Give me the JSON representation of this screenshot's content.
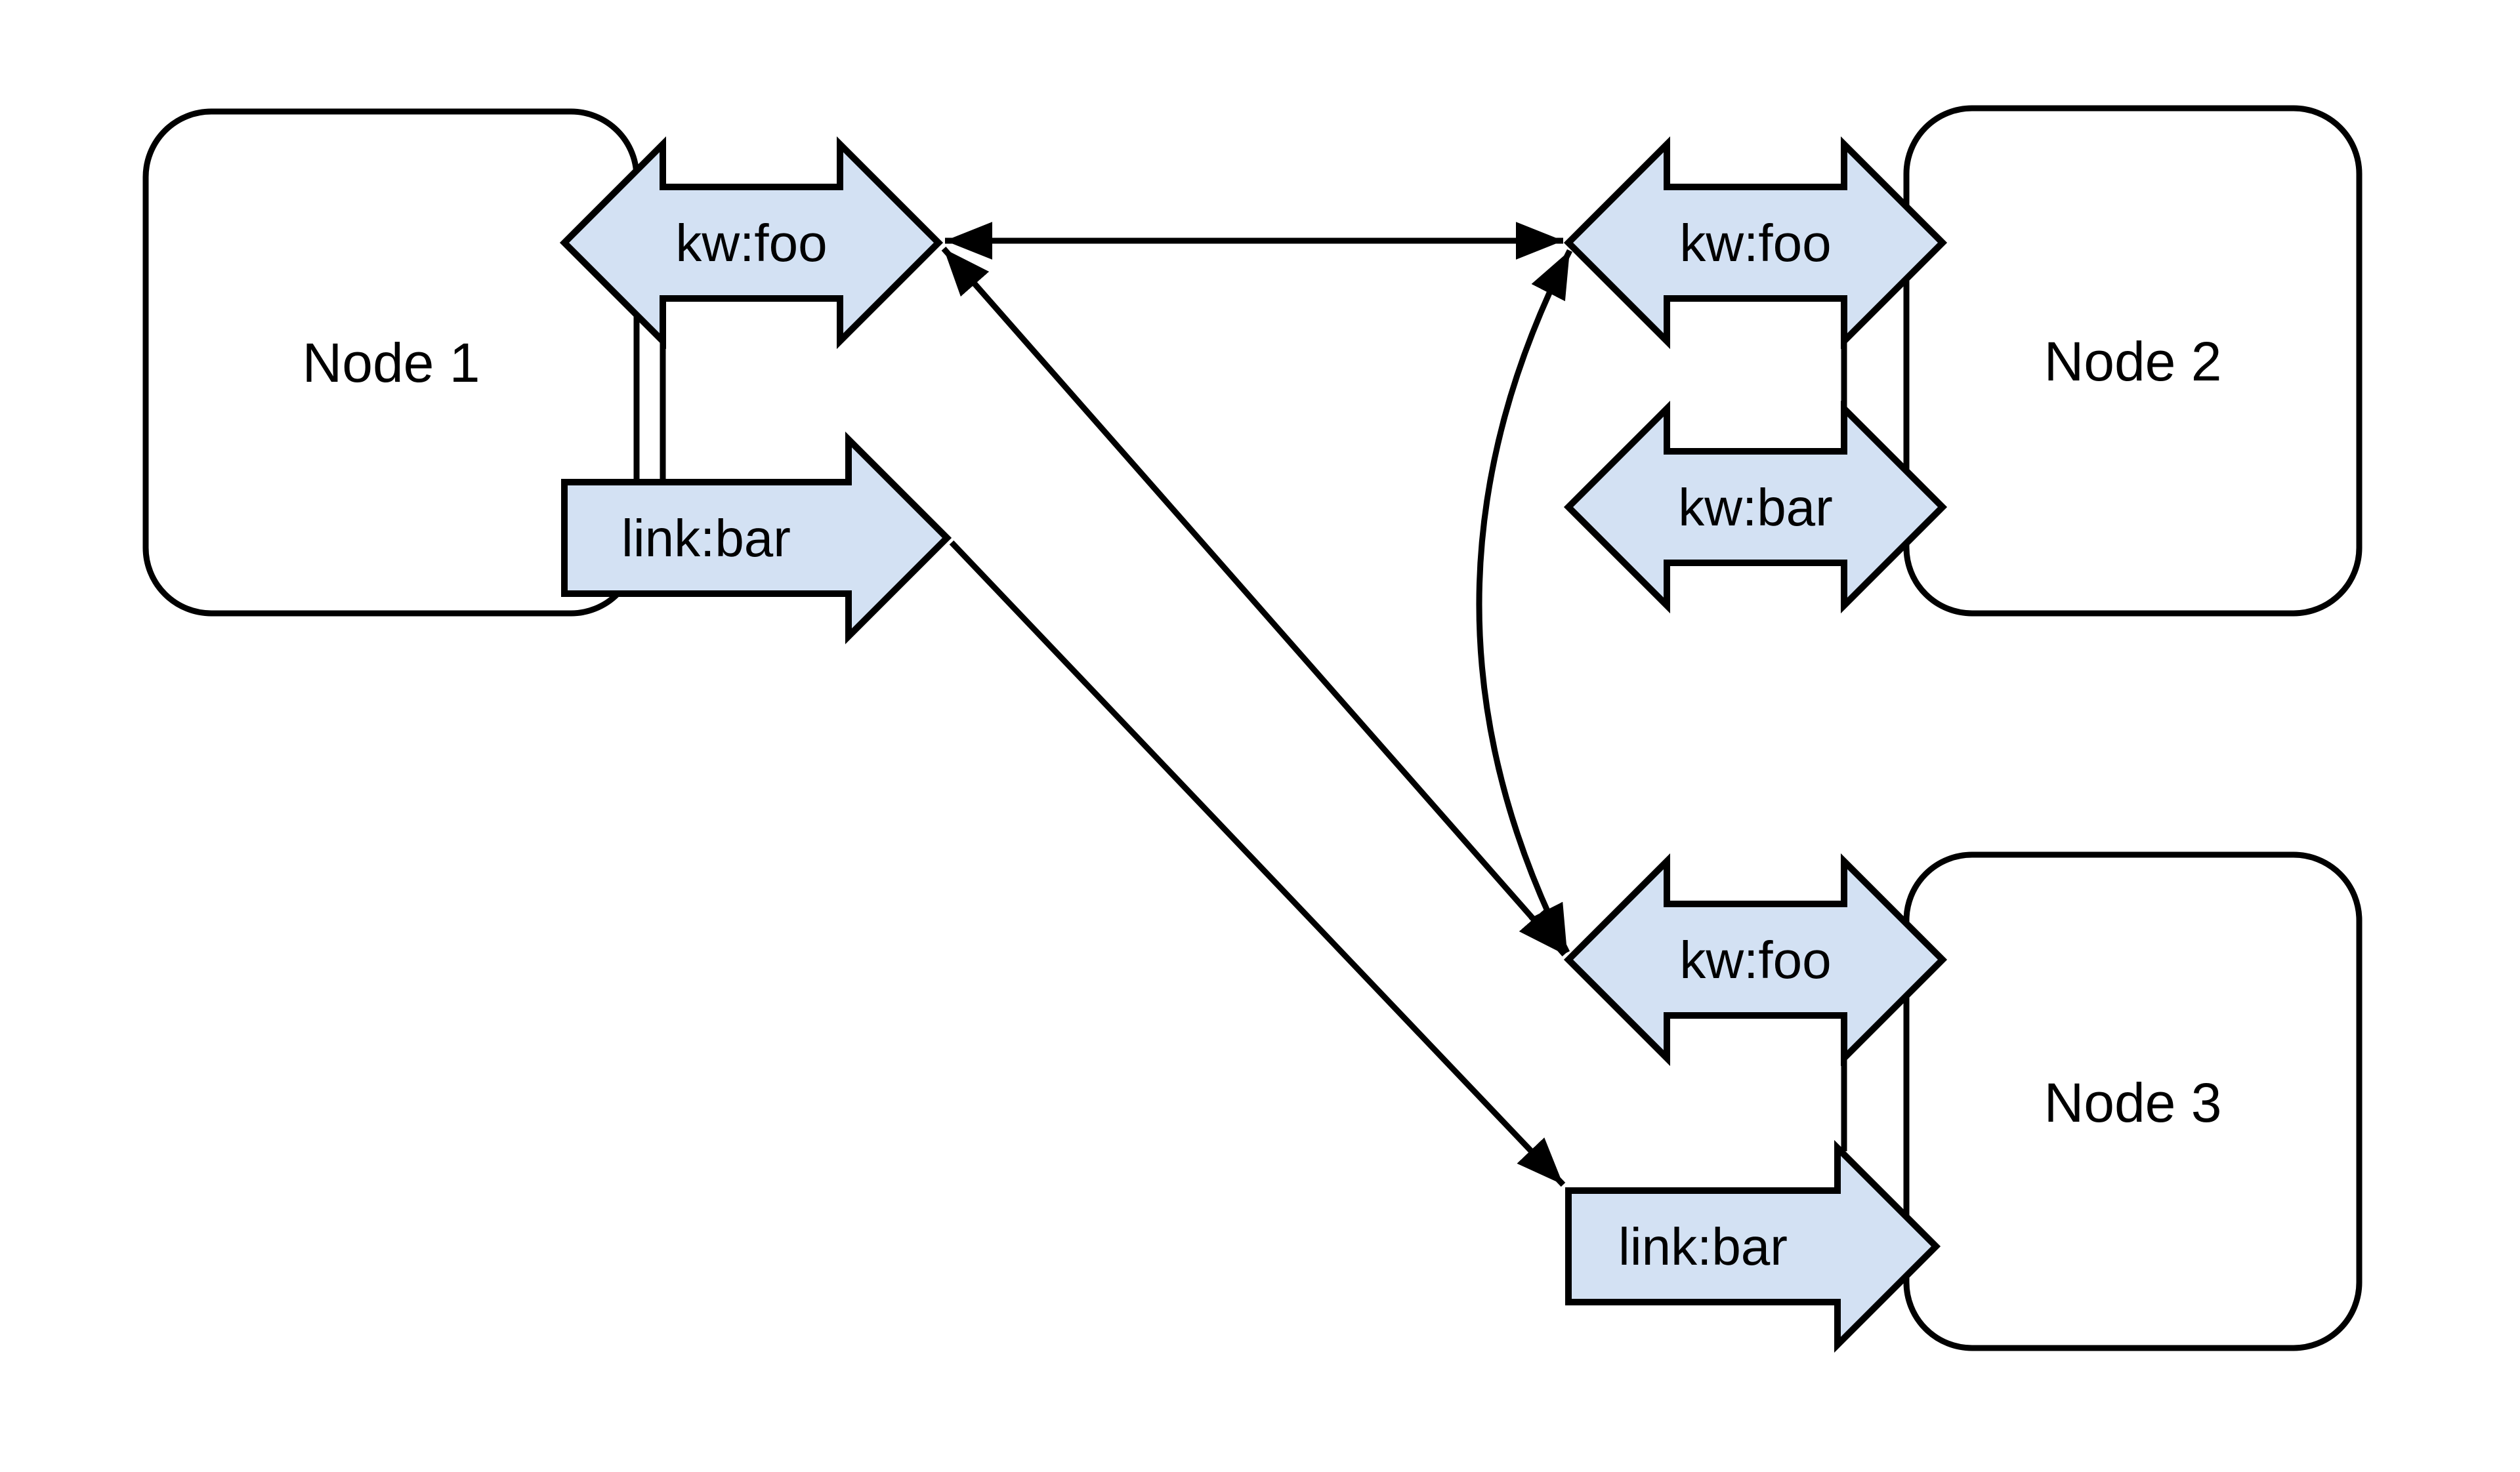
{
  "diagram": {
    "background_color": "#ffffff",
    "line_color": "#000000",
    "port_fill_color": "#d3e1f3",
    "nodes": [
      {
        "label": "Node 1",
        "ports": [
          {
            "label": "kw:foo",
            "type": "bidirectional-keyword-port"
          },
          {
            "label": "link:bar",
            "type": "outgoing-link-port"
          }
        ]
      },
      {
        "label": "Node 2",
        "ports": [
          {
            "label": "kw:foo",
            "type": "bidirectional-keyword-port"
          },
          {
            "label": "kw:bar",
            "type": "bidirectional-keyword-port"
          }
        ]
      },
      {
        "label": "Node 3",
        "ports": [
          {
            "label": "kw:foo",
            "type": "bidirectional-keyword-port"
          },
          {
            "label": "link:bar",
            "type": "incoming-link-port"
          }
        ]
      }
    ],
    "edges": [
      {
        "from": "Node 1 kw:foo",
        "to": "Node 2 kw:foo",
        "bidirectional": true,
        "shape": "straight-horizontal"
      },
      {
        "from": "Node 1 kw:foo",
        "to": "Node 3 kw:foo",
        "bidirectional": true,
        "shape": "straight-diagonal"
      },
      {
        "from": "Node 1 link:bar",
        "to": "Node 3 link:bar",
        "bidirectional": false,
        "shape": "straight-diagonal"
      },
      {
        "from": "Node 2 kw:foo",
        "to": "Node 3 kw:foo",
        "bidirectional": true,
        "shape": "curved-left-bulge"
      }
    ]
  }
}
